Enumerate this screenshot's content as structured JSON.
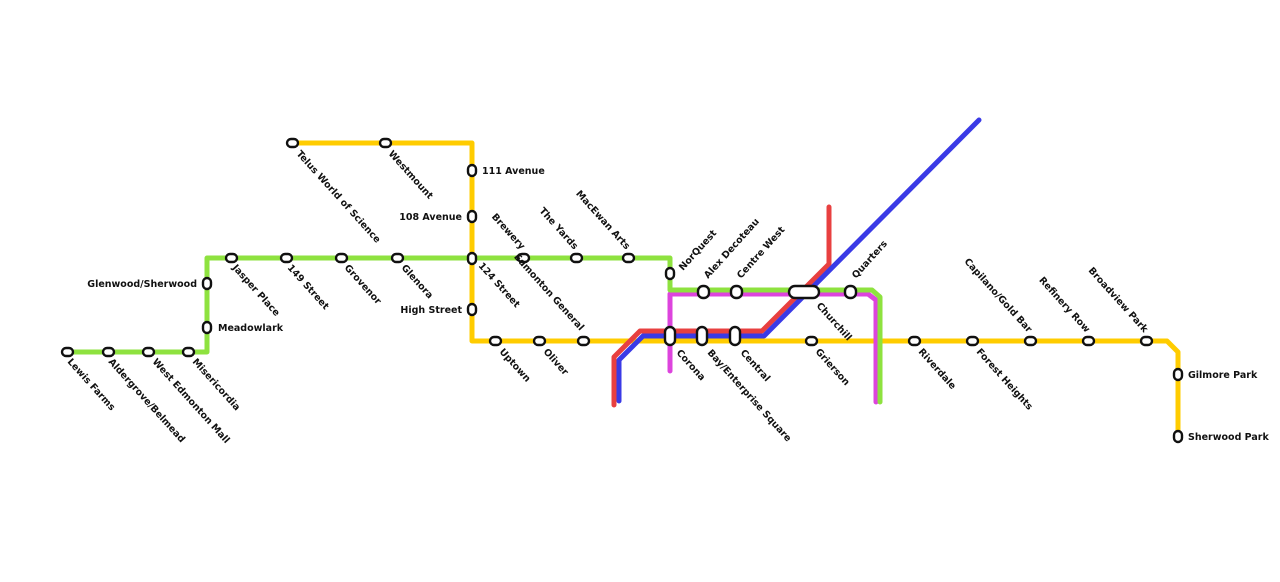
{
  "map": {
    "lines": [
      {
        "id": "green",
        "color": "#8ee23f"
      },
      {
        "id": "yellow",
        "color": "#ffcc00"
      },
      {
        "id": "magenta",
        "color": "#dd44dd"
      },
      {
        "id": "red",
        "color": "#e84040"
      },
      {
        "id": "blue",
        "color": "#3a3ae6"
      }
    ],
    "stations": {
      "lewis_farms": "Lewis Farms",
      "aldergrove_belmead": "Aldergrove/Belmead",
      "west_edmonton_mall": "West Edmonton Mall",
      "misericordia": "Misericordia",
      "meadowlark": "Meadowlark",
      "glenwood_sherwood": "Glenwood/Sherwood",
      "jasper_place": "Jasper Place",
      "149_street": "149 Street",
      "grovenor": "Grovenor",
      "glenora": "Glenora",
      "124_street": "124 Street",
      "brewery": "Brewery",
      "the_yards": "The Yards",
      "macewan_arts": "MacEwan Arts",
      "norquest": "NorQuest",
      "alex_decoteau": "Alex Decoteau",
      "centre_west": "Centre West",
      "churchill": "Churchill",
      "quarters": "Quarters",
      "telus_world": "Telus World of Science",
      "westmount": "Westmount",
      "111_avenue": "111 Avenue",
      "108_avenue": "108 Avenue",
      "high_street": "High Street",
      "uptown": "Uptown",
      "oliver": "Oliver",
      "edmonton_general": "Edmonton General",
      "corona": "Corona",
      "bay_enterprise": "Bay/Enterprise Square",
      "central": "Central",
      "grierson": "Grierson",
      "riverdale": "Riverdale",
      "forest_heights": "Forest Heights",
      "capilano": "Capilano/Gold Bar",
      "refinery_row": "Refinery Row",
      "broadview_park": "Broadview Park",
      "gilmore_park": "Gilmore Park",
      "sherwood_park": "Sherwood Park"
    }
  }
}
